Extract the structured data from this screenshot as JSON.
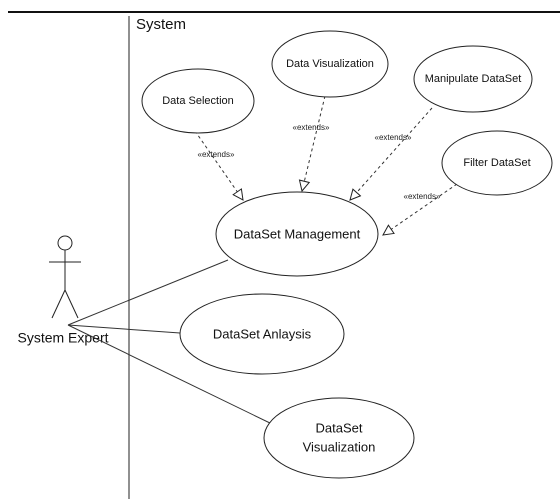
{
  "system": {
    "label": "System"
  },
  "actor": {
    "label": "System Expert"
  },
  "use_cases": {
    "data_selection": "Data Selection",
    "data_visualization": "Data Visualization",
    "manipulate_dataset": "Manipulate DataSet",
    "filter_dataset": "Filter DataSet",
    "dataset_management": "DataSet Management",
    "dataset_analysis": "DataSet Anlaysis",
    "dataset_visualization_line1": "DataSet",
    "dataset_visualization_line2": "Visualization"
  },
  "extends_label": "«extends»"
}
